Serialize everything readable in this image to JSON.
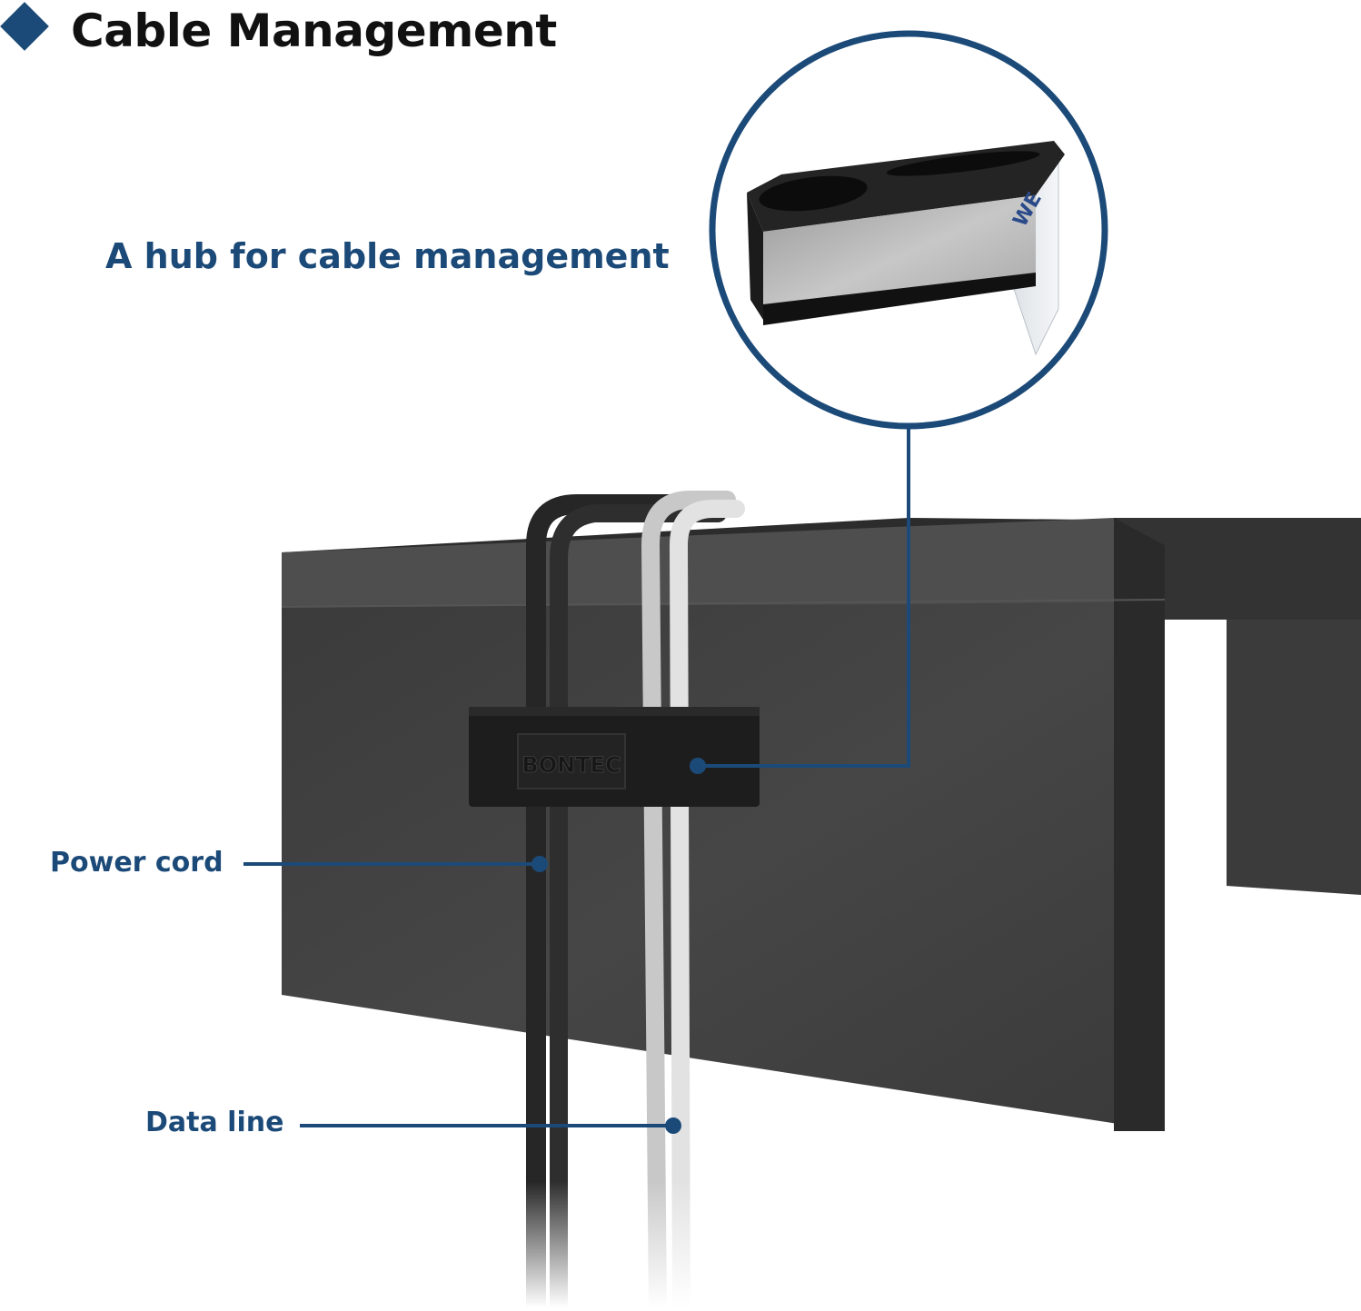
{
  "heading": {
    "title": "Cable Management",
    "icon": "diamond-bullet-icon"
  },
  "subtitle": "A hub for cable management",
  "labels": {
    "power_cord": "Power cord",
    "data_line": "Data line"
  },
  "clip": {
    "brand": "BONTEC",
    "tape_mark": "WE"
  },
  "colors": {
    "accent": "#1c4a78",
    "heading_text": "#111111",
    "panel_front": "#434343",
    "panel_top": "#2c2c2c",
    "clip": "#1d1d1d",
    "power_cord": "#2a2a2a",
    "data_line": "#dcdcdc",
    "background": "#ffffff"
  }
}
